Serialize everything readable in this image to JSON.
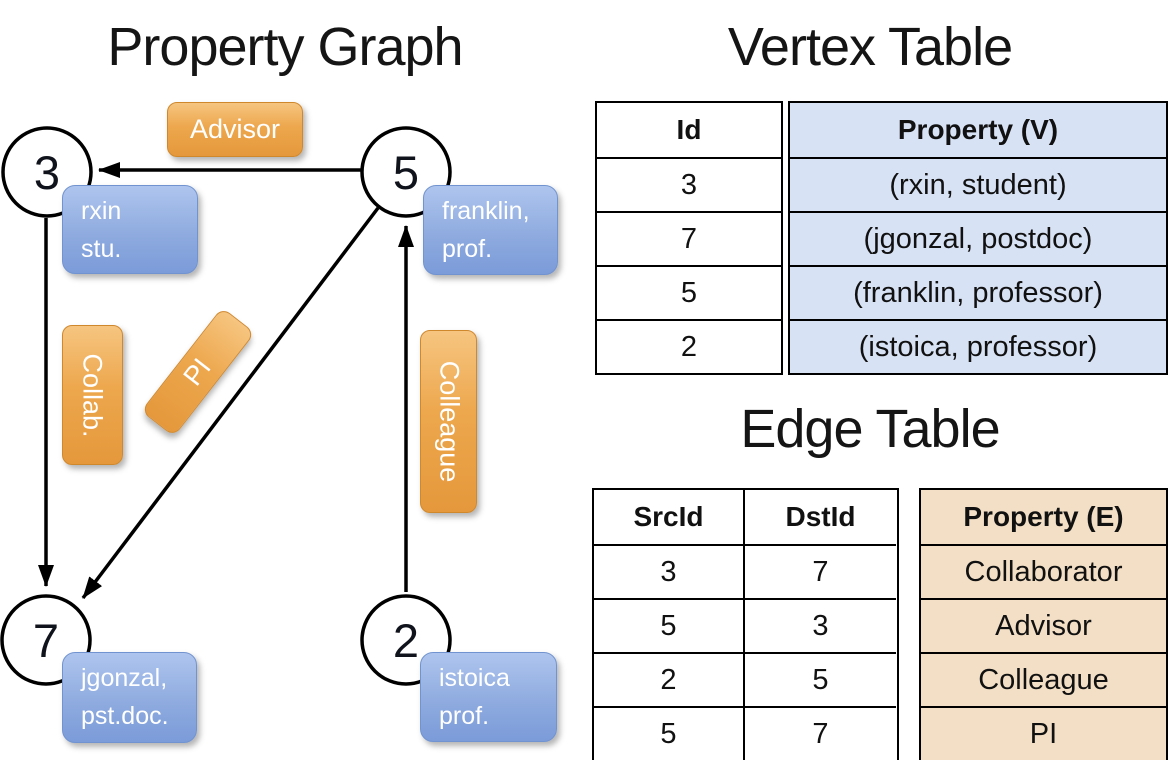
{
  "graph": {
    "title": "Property Graph",
    "nodes": [
      {
        "id": "3"
      },
      {
        "id": "5"
      },
      {
        "id": "7"
      },
      {
        "id": "2"
      }
    ],
    "edges": [
      {
        "label": "Advisor"
      },
      {
        "label": "Collab."
      },
      {
        "label": "PI"
      },
      {
        "label": "Colleague"
      }
    ],
    "prop_boxes": [
      {
        "line1": "rxin",
        "line2": "stu."
      },
      {
        "line1": "franklin,",
        "line2": "prof."
      },
      {
        "line1": "jgonzal,",
        "line2": "pst.doc."
      },
      {
        "line1": "istoica",
        "line2": "prof."
      }
    ]
  },
  "vertex_table": {
    "title": "Vertex Table",
    "columns": [
      "Id",
      "Property (V)"
    ],
    "rows": [
      [
        "3",
        "(rxin, student)"
      ],
      [
        "7",
        "(jgonzal, postdoc)"
      ],
      [
        "5",
        "(franklin, professor)"
      ],
      [
        "2",
        "(istoica, professor)"
      ]
    ]
  },
  "edge_table": {
    "title": "Edge Table",
    "columns": [
      "SrcId",
      "DstId",
      "Property (E)"
    ],
    "rows": [
      [
        "3",
        "7",
        "Collaborator"
      ],
      [
        "5",
        "3",
        "Advisor"
      ],
      [
        "2",
        "5",
        "Colleague"
      ],
      [
        "5",
        "7",
        "PI"
      ]
    ]
  },
  "colors": {
    "edge_label_orange": "#eda74d",
    "vertex_box_blue": "#8fabdf",
    "vertex_table_fill": "#d7e2f4",
    "edge_table_fill": "#f3dfc5",
    "line_black": "#000000"
  }
}
